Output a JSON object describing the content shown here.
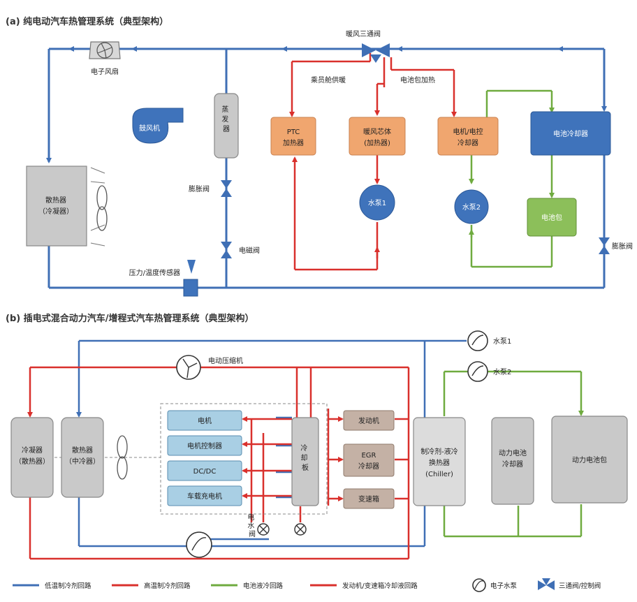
{
  "panel_a": {
    "title": "(a) 纯电动汽车热管理系统（典型架构）",
    "electronic_fan": "电子风扇",
    "radiator_line1": "散热器",
    "radiator_line2": "（冷凝器）",
    "blower": "鼓风机",
    "evaporator": "蒸发器",
    "expansion_valve_left": "膨胀阀",
    "solenoid_valve": "电磁阀",
    "pressure_sensor": "压力/温度传感器",
    "three_way_valve": "暖风三通阀",
    "cabin_heating": "乘员舱供暖",
    "battery_heating": "电池包加热",
    "ptc_line1": "PTC",
    "ptc_line2": "加热器",
    "heater_core_line1": "暖风芯体",
    "heater_core_line2": "(加热器)",
    "motor_cooler_line1": "电机/电控",
    "motor_cooler_line2": "冷却器",
    "battery_cooler": "电池冷却器",
    "pump1": "水泵1",
    "pump2": "水泵2",
    "battery_pack": "电池包",
    "expansion_valve_right": "膨胀阀"
  },
  "panel_b": {
    "title": "(b) 插电式混合动力汽车/增程式汽车热管理系统（典型架构）",
    "pump1": "水泵1",
    "pump2": "水泵2",
    "compressor": "电动压缩机",
    "condenser_line1": "冷凝器",
    "condenser_line2": "（散热器）",
    "radiator_line1": "散热器",
    "radiator_line2": "（中冷器）",
    "motor": "电机",
    "motor_controller": "电机控制器",
    "dcdc": "DC/DC",
    "charger": "车载充电机",
    "cold_plate": "冷却板",
    "engine": "发动机",
    "egr_line1": "EGR",
    "egr_line2": "冷却器",
    "gearbox": "变速箱",
    "chiller_line1": "制冷剂-液冷",
    "chiller_line2": "换热器",
    "chiller_line3": "(Chiller)",
    "battery_cooler_line1": "动力电池",
    "battery_cooler_line2": "冷却器",
    "battery_pack": "动力电池包",
    "water_valve_label": "电水阀"
  },
  "legend": {
    "low_temp": "低温制冷剂回路",
    "high_temp": "高温制冷剂回路",
    "battery": "电池液冷回路",
    "engine": "发动机/变速箱冷却液回路",
    "pump": "电子水泵",
    "valve": "三通阀/控制阀"
  },
  "colors": {
    "blue_line": "#3f6fb5",
    "red_line": "#d9302c",
    "green_line": "#6fab3f",
    "orange_box": "#f0a66f",
    "blue_box": "#3f73bb",
    "green_box": "#8cbf5a",
    "grey_box": "#c9c9c9",
    "light_blue_box": "#a9cfe4",
    "brown_box": "#c4b1a5"
  }
}
